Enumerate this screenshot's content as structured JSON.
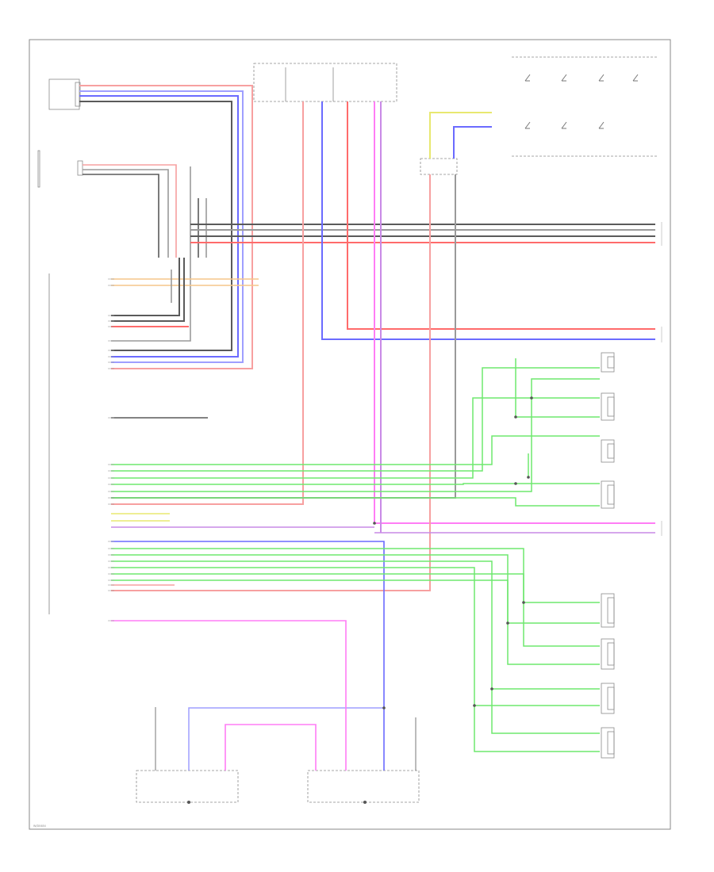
{
  "footer": {
    "code": "W/D0484"
  },
  "colors": {
    "black": "#5a5a5a",
    "gray": "#9a9a9a",
    "red": "#ff6b6b",
    "pink": "#f7a0a0",
    "blue": "#6b6bff",
    "lightblue": "#9f9fff",
    "violet": "#c98ae6",
    "magenta": "#ff7df5",
    "green": "#6fe86f",
    "yellow": "#e8e870",
    "orange": "#f5c58a"
  },
  "wire_colors_legend": [
    "black",
    "gray",
    "red",
    "pink",
    "blue",
    "lightblue",
    "violet",
    "magenta",
    "green",
    "yellow",
    "orange"
  ]
}
